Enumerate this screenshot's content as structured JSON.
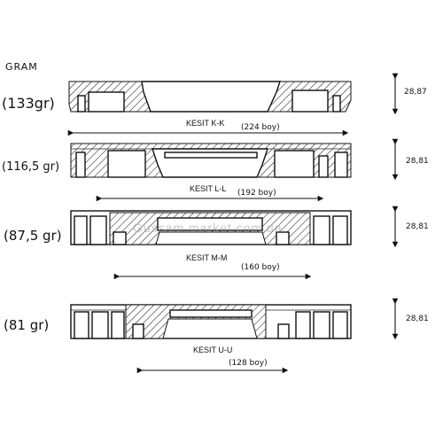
{
  "unit_label": "GRAM",
  "sections": [
    {
      "id": "k",
      "weight": "(133gr)",
      "title": "KESIT K-K",
      "length_note": "(224 boy)",
      "height": "28,87"
    },
    {
      "id": "l",
      "weight": "(116,5 gr)",
      "title": "KESIT L-L",
      "length_note": "(192 boy)",
      "height": "28,81"
    },
    {
      "id": "m",
      "weight": "(87,5 gr)",
      "title": "KESIT M-M",
      "length_note": "(160 boy)",
      "height": "28,81"
    },
    {
      "id": "u",
      "weight": "(81 gr)",
      "title": "KESIT U-U",
      "length_note": "(128 boy)",
      "height": "28,81"
    }
  ],
  "watermark": "Gussam  market.com.ua",
  "colors": {
    "ink": "#111111",
    "paper": "#ffffff",
    "watermark": "#9a9a9a"
  }
}
